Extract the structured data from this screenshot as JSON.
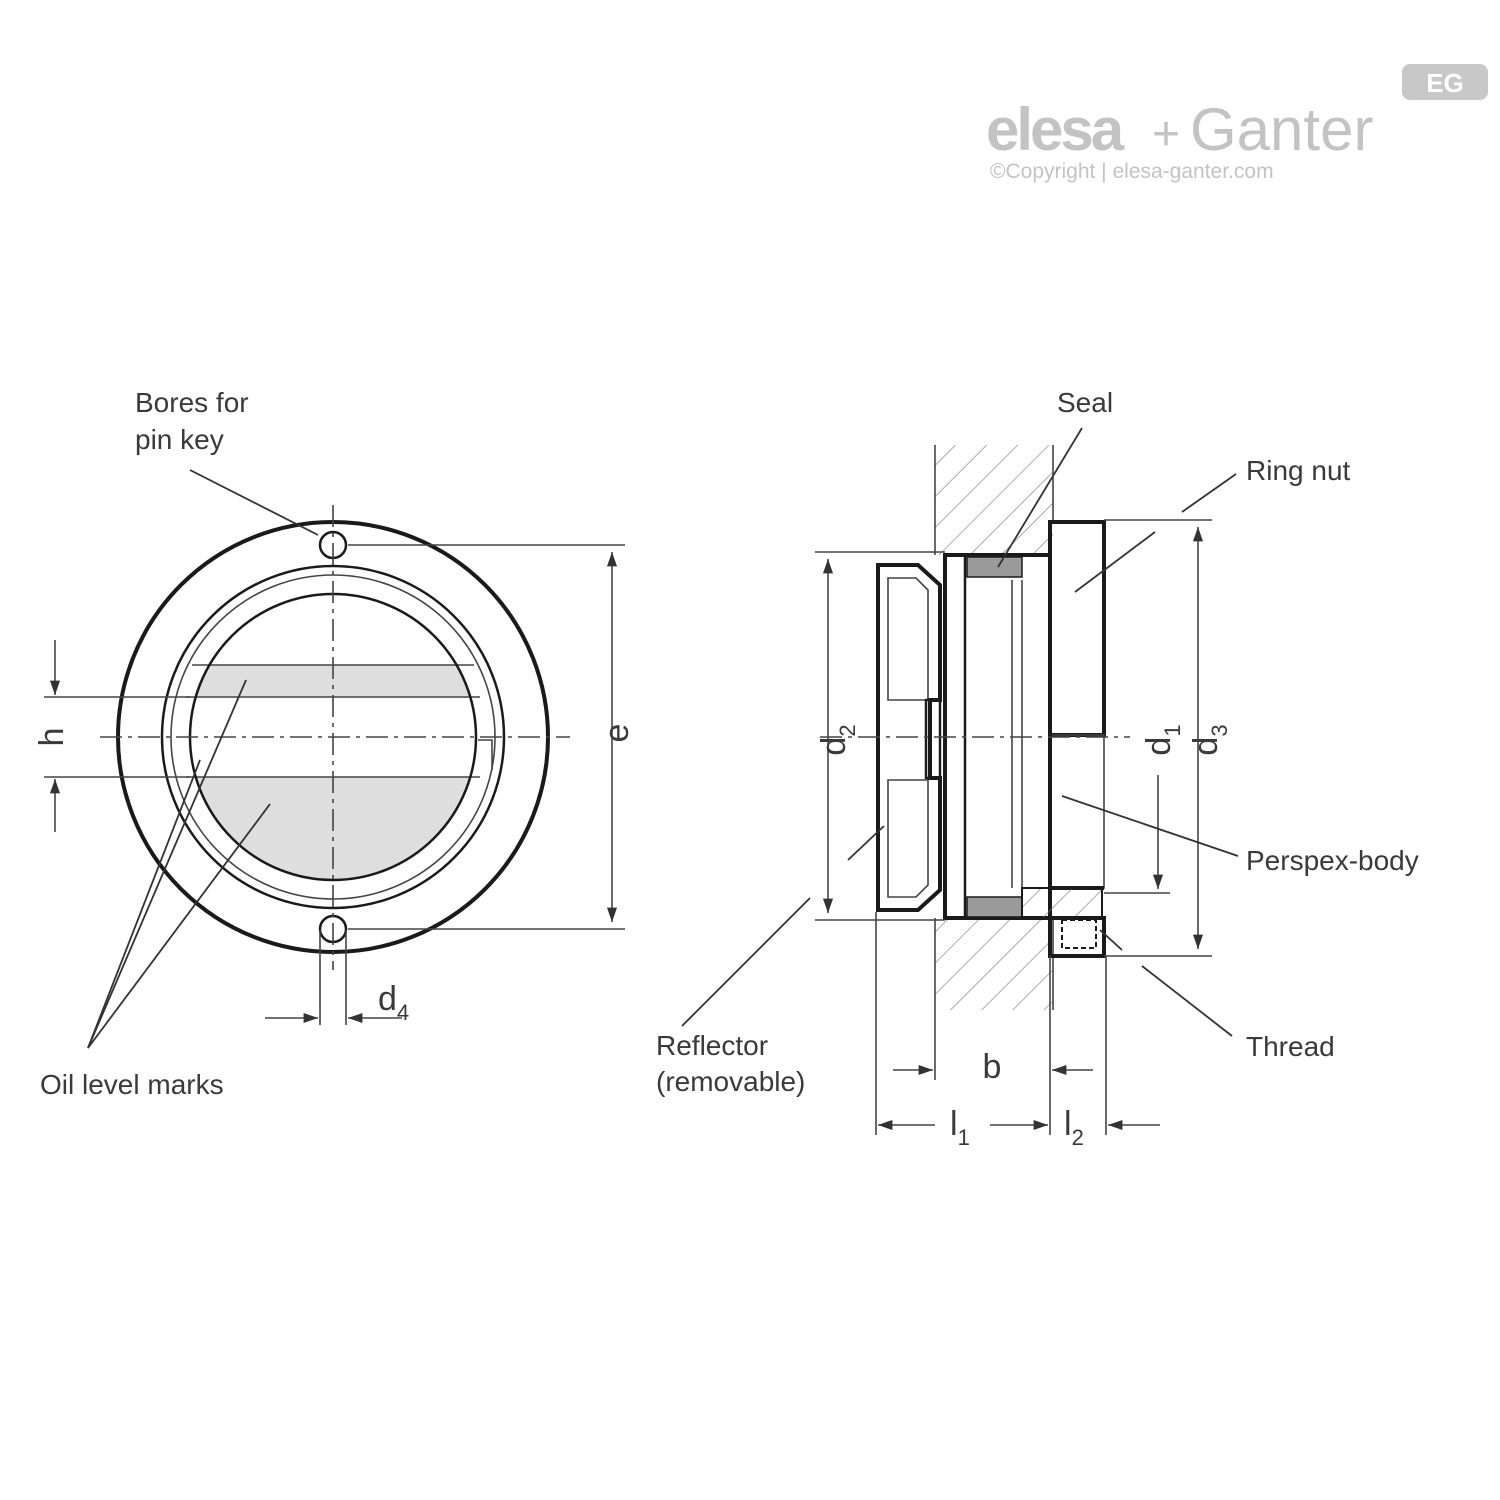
{
  "logo": {
    "badge": "EG",
    "brand_elesa": "elesa",
    "brand_plus": "+",
    "brand_ganter": "Ganter",
    "copyright": "©Copyright | elesa-ganter.com"
  },
  "front_view": {
    "label_bores_line1": "Bores for",
    "label_bores_line2": "pin key",
    "label_oil_level": "Oil level marks",
    "dim_h": "h",
    "dim_e": "e",
    "dim_d4_main": "d",
    "dim_d4_sub": "4"
  },
  "section_view": {
    "label_seal": "Seal",
    "label_ring_nut": "Ring nut",
    "label_perspex": "Perspex-body",
    "label_thread": "Thread",
    "label_reflector_line1": "Reflector",
    "label_reflector_line2": "(removable)",
    "dim_d2_main": "d",
    "dim_d2_sub": "2",
    "dim_d1_main": "d",
    "dim_d1_sub": "1",
    "dim_d3_main": "d",
    "dim_d3_sub": "3",
    "dim_b": "b",
    "dim_l1_main": "l",
    "dim_l1_sub": "1",
    "dim_l2_main": "l",
    "dim_l2_sub": "2"
  }
}
